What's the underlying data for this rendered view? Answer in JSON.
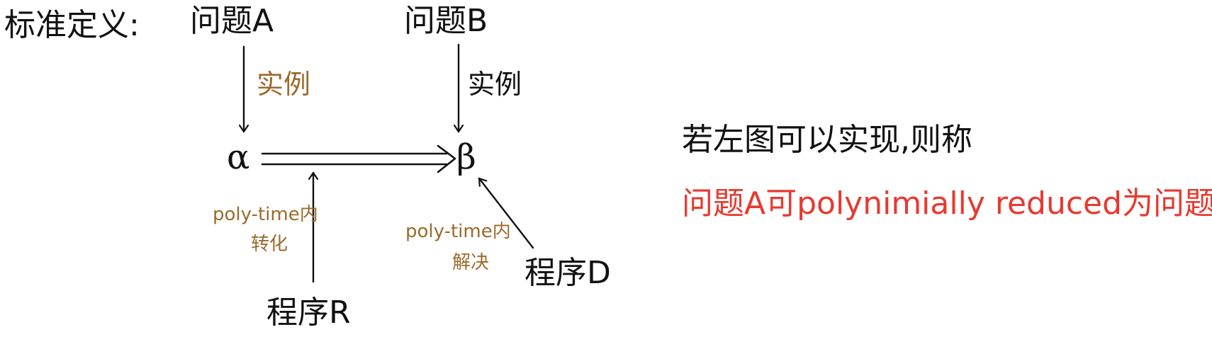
{
  "definition_label": "标准定义:",
  "problem_a": "问题A",
  "problem_b": "问题B",
  "instance_a": "实例",
  "instance_b": "实例",
  "alpha": "α",
  "beta": "β",
  "transform_line1": "poly-time内",
  "transform_line2": "转化",
  "solve_line1": "poly-time内",
  "solve_line2": "解决",
  "program_r": "程序R",
  "program_d": "程序D",
  "conclusion_line1": "若左图可以实现,则称",
  "conclusion_line2": "问题A可polynimially reduced为问题B",
  "colors": {
    "ink": "#111111",
    "annotation": "#9a6b2c",
    "highlight": "#e8392f"
  }
}
